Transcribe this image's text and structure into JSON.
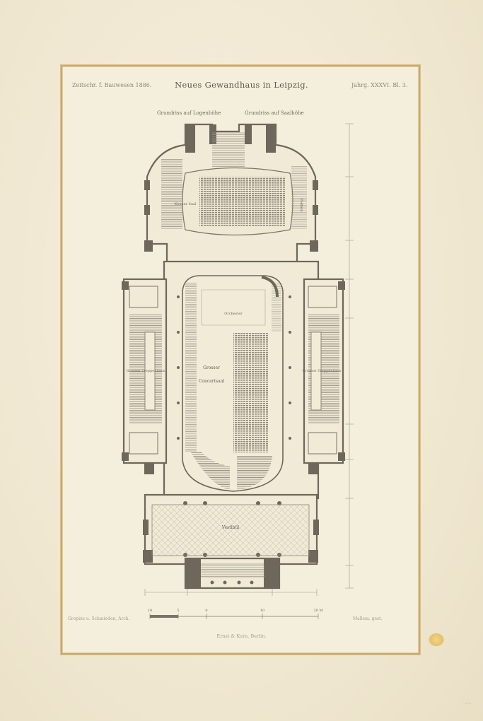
{
  "header": {
    "left": "Zeitschr. f. Bauwesen 1886.",
    "title": "Neues Gewandhaus in Leipzig.",
    "right": "Jahrg. XXXVI. Bl. 3."
  },
  "subtitles": {
    "left": "Grundriss auf Logenhöhe",
    "right": "Grundriss auf Saalhöhe"
  },
  "rooms": {
    "concert_hall": [
      "Grosser",
      "Concertsaal"
    ],
    "vestibule": "Vestibül",
    "stair_left": "Grosses Treppenhaus",
    "stair_right": "Grosses Treppenhaus",
    "small_hall": "Kleiner Saal",
    "podium": "Podium",
    "orchestra": "Orchester"
  },
  "footer": {
    "left": "Gropius u. Schmieden, Arch.",
    "right": "Mallem. gest.",
    "center": "Ernst & Korn, Berlin."
  },
  "scale": {
    "ticks": [
      "10",
      "5",
      "0",
      "10",
      "20 M"
    ]
  },
  "colors": {
    "paper": "#f3ecd9",
    "mat_border": "#c9a96a",
    "ink": "#5a554c",
    "stain": "#e6c26a"
  }
}
